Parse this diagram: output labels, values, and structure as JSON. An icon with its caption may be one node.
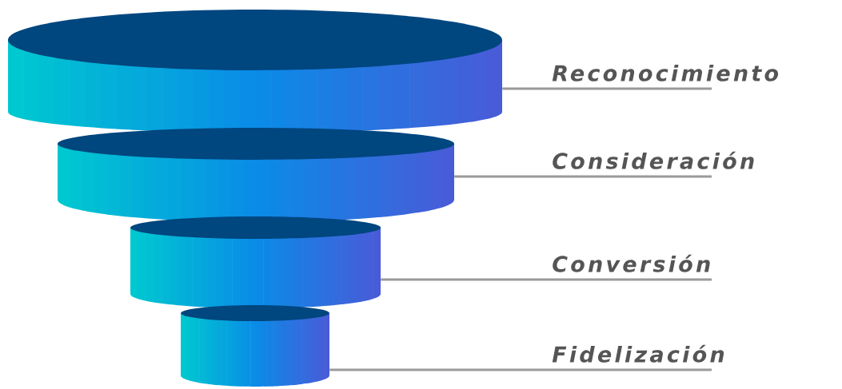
{
  "diagram": {
    "nodes": [
      {
        "text": [
          "Reconocimiento"
        ]
      },
      {
        "text": [
          "Consideración"
        ]
      },
      {
        "text": [
          "Conversión"
        ]
      },
      {
        "text": [
          "Fidelización"
        ]
      },
      {
        "text": [],
        "shape": "cylinder"
      },
      {
        "text": [],
        "shape": "cylinder"
      },
      {
        "text": [],
        "shape": "cylinder"
      },
      {
        "text": [],
        "shape": "cylinder"
      }
    ],
    "edges": [
      {
        "from": 0,
        "to": 4,
        "arrow": "none"
      },
      {
        "from": 1,
        "to": 5,
        "arrow": "none"
      },
      {
        "from": 2,
        "to": 6,
        "arrow": "none"
      },
      {
        "from": 3,
        "to": 7,
        "arrow": "none"
      }
    ]
  }
}
